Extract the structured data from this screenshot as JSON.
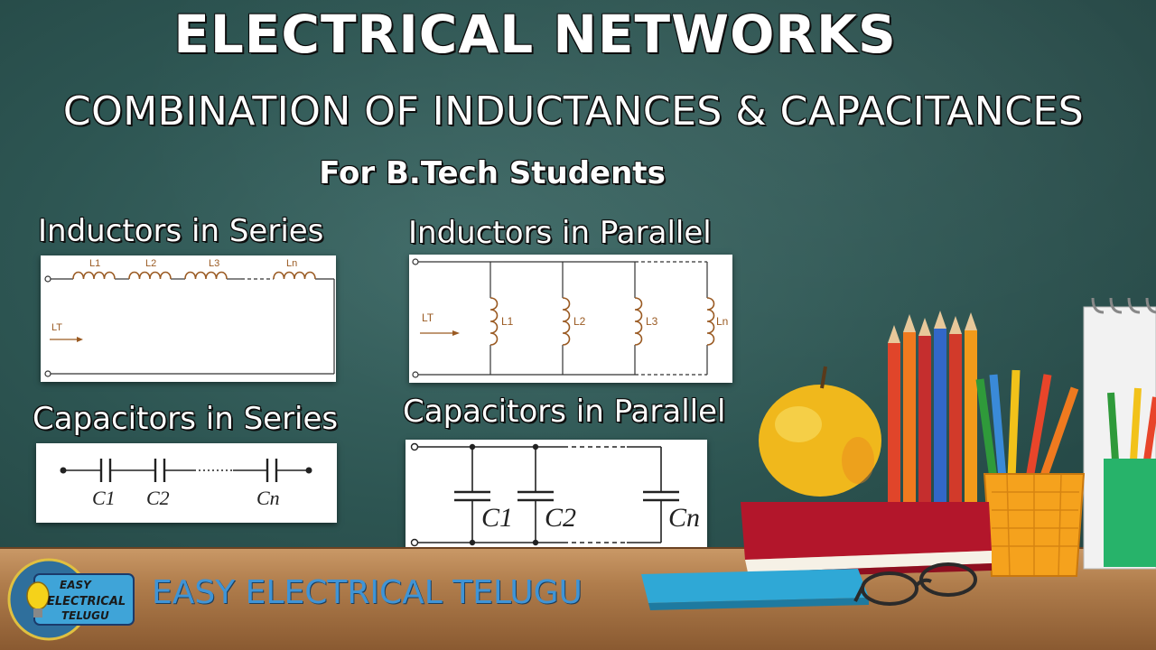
{
  "title": "ELECTRICAL NETWORKS",
  "subtitle": "COMBINATION OF INDUCTANCES & CAPACITANCES",
  "audience": "For B.Tech Students",
  "brand": "EASY ELECTRICAL TELUGU",
  "logo": {
    "lines": [
      "EASY",
      "ELECTRICAL",
      "TELUGU"
    ],
    "icon": "lightbulb-icon"
  },
  "panels": {
    "inductors_series": {
      "heading": "Inductors in Series",
      "elements": [
        "L1",
        "L2",
        "L3",
        "Ln"
      ],
      "current": "LT"
    },
    "inductors_parallel": {
      "heading": "Inductors in Parallel",
      "elements": [
        "L1",
        "L2",
        "L3",
        "Ln"
      ],
      "current": "LT"
    },
    "capacitors_series": {
      "heading": "Capacitors in Series",
      "elements": [
        "C1",
        "C2",
        "Cn"
      ]
    },
    "capacitors_parallel": {
      "heading": "Capacitors in Parallel",
      "elements": [
        "C1",
        "C2",
        "Cn"
      ]
    }
  },
  "colors": {
    "board": "#2d5552",
    "inductor": "#9a5a22",
    "brand_text": "#3f94d6",
    "wire": "#222222"
  }
}
